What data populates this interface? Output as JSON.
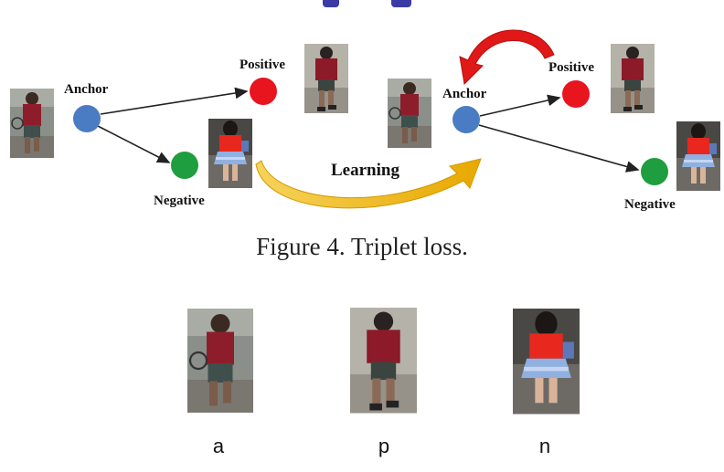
{
  "diagram": {
    "left": {
      "anchor_label": "Anchor",
      "positive_label": "Positive",
      "negative_label": "Negative"
    },
    "learning_label": "Learning",
    "right": {
      "anchor_label": "Anchor",
      "positive_label": "Positive",
      "negative_label": "Negative"
    },
    "colors": {
      "anchor": "#4a7cc4",
      "positive": "#e8141e",
      "negative": "#1e9e3e",
      "learning_arrow": "#f0b400",
      "return_arrow": "#e01818"
    }
  },
  "caption": "Figure 4. Triplet loss.",
  "samples": [
    {
      "label": "a"
    },
    {
      "label": "p"
    },
    {
      "label": "n"
    }
  ]
}
